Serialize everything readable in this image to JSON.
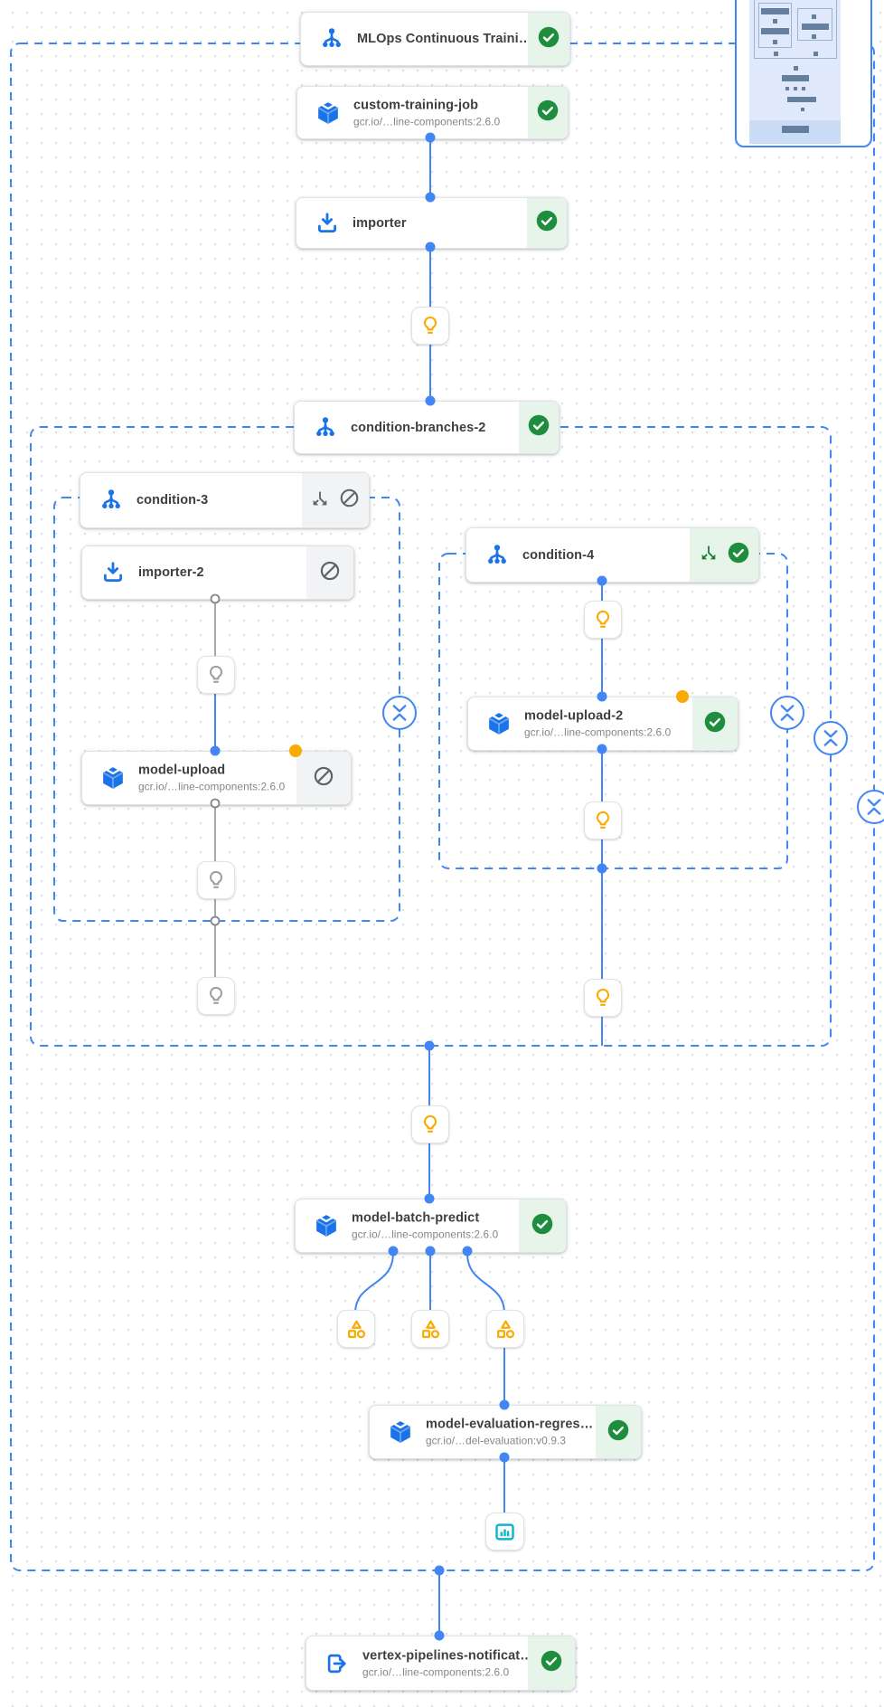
{
  "app": "vertex-pipelines-dag-canvas",
  "nodes": [
    {
      "id": "mlops-continuous-training",
      "title": "MLOps Continuous Traini…",
      "icon": "condition-fork-icon",
      "status": "succeeded"
    },
    {
      "id": "custom-training-job",
      "title": "custom-training-job",
      "subtitle": "gcr.io/…line-components:2.6.0",
      "icon": "cube-component-icon",
      "status": "succeeded"
    },
    {
      "id": "importer",
      "title": "importer",
      "icon": "importer-icon",
      "status": "succeeded"
    },
    {
      "id": "condition-branches-2",
      "title": "condition-branches-2",
      "icon": "condition-fork-icon",
      "status": "succeeded"
    },
    {
      "id": "condition-3",
      "title": "condition-3",
      "icon": "condition-fork-icon",
      "status": "skipped",
      "badges": [
        "expand-subdag-icon",
        "blocked-icon"
      ]
    },
    {
      "id": "importer-2",
      "title": "importer-2",
      "icon": "importer-icon",
      "status": "skipped",
      "badges": [
        "blocked-icon"
      ]
    },
    {
      "id": "model-upload",
      "title": "model-upload",
      "subtitle": "gcr.io/…line-components:2.6.0",
      "icon": "cube-component-icon",
      "status": "skipped",
      "badges": [
        "blocked-icon"
      ],
      "marker": "yellow-dot"
    },
    {
      "id": "condition-4",
      "title": "condition-4",
      "icon": "condition-fork-icon",
      "status": "succeeded",
      "badges": [
        "expand-subdag-icon",
        "check-icon"
      ]
    },
    {
      "id": "model-upload-2",
      "title": "model-upload-2",
      "subtitle": "gcr.io/…line-components:2.6.0",
      "icon": "cube-component-icon",
      "status": "succeeded",
      "marker": "yellow-dot"
    },
    {
      "id": "model-batch-predict",
      "title": "model-batch-predict",
      "subtitle": "gcr.io/…line-components:2.6.0",
      "icon": "cube-component-icon",
      "status": "succeeded"
    },
    {
      "id": "model-evaluation-regression",
      "title": "model-evaluation-regres…",
      "subtitle": "gcr.io/…del-evaluation:v0.9.3",
      "icon": "cube-component-icon",
      "status": "succeeded"
    },
    {
      "id": "vertex-pipelines-notification",
      "title": "vertex-pipelines-notificat…",
      "subtitle": "gcr.io/…line-components:2.6.0",
      "icon": "exit-icon",
      "status": "succeeded"
    }
  ],
  "condition_markers": [
    {
      "id": "bulb-main-1",
      "state": "active"
    },
    {
      "id": "bulb-left-1",
      "state": "skipped"
    },
    {
      "id": "bulb-left-2",
      "state": "skipped"
    },
    {
      "id": "bulb-left-3",
      "state": "skipped"
    },
    {
      "id": "bulb-right-1",
      "state": "active"
    },
    {
      "id": "bulb-right-2",
      "state": "active"
    },
    {
      "id": "bulb-right-3",
      "state": "active"
    },
    {
      "id": "bulb-main-2",
      "state": "active"
    }
  ],
  "artifacts": [
    {
      "id": "artifact-1",
      "kind": "generic"
    },
    {
      "id": "artifact-2",
      "kind": "generic"
    },
    {
      "id": "artifact-3",
      "kind": "generic"
    },
    {
      "id": "artifact-metrics",
      "kind": "metrics"
    }
  ],
  "collapse_buttons": [
    "condition-3",
    "condition-4",
    "condition-branches-2",
    "pipeline-root"
  ],
  "colors": {
    "accent_blue": "#1a73e8",
    "edge_blue": "#4285f4",
    "edge_gray": "#9aa0a6",
    "success_green": "#1e8e3e",
    "success_bg": "#e6f4ea",
    "skipped_bg": "#f1f3f4",
    "warning_yellow": "#F9AB00",
    "metrics_teal": "#12b5cb",
    "title_text": "#3c4043",
    "subtitle_text": "#80868b"
  }
}
